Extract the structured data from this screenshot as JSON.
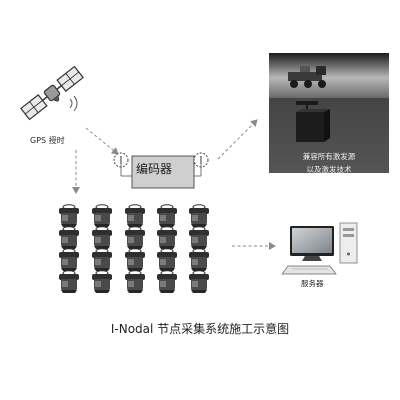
{
  "diagram": {
    "title": "I-Nodal 节点采集系统施工示意图",
    "gps_label": "GPS 授时",
    "encoder_label": "编码器",
    "source_caption": [
      "兼容所有激发源",
      "以及激发技术"
    ],
    "server_label": "服务器"
  },
  "nodes": {
    "rows": 4,
    "columns": 5
  },
  "colors": {
    "arrow": "#8a8a8a",
    "encoder_fill": "#cfcfcf",
    "node_body": "#3a3a3a",
    "photo_panel": "#444444"
  },
  "icons": [
    "satellite-icon",
    "truck-icon",
    "source-device-icon",
    "node-icon",
    "server-icon",
    "antenna-icon"
  ]
}
